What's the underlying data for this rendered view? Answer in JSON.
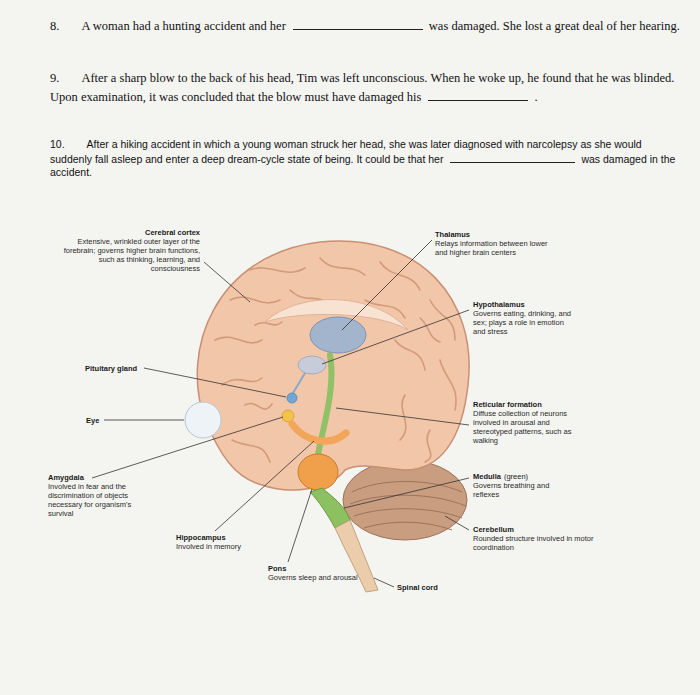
{
  "diagram": {
    "labels": [
      "8.",
      "A woman had a hunting accident and her",
      "was damaged. She lost a great deal of her hearing.",
      "9.",
      "After a sharp blow to the back of his head, Tim was left unconscious. When he woke up, he found that he was blinded. Upon examination, it was concluded that the blow must have damaged his",
      ".",
      "10.",
      "After a hiking accident in which a young woman struck her head, she was later diagnosed with narcolepsy as she would suddenly fall asleep and enter a deep dream-cycle state of being. It could be that her",
      "was damaged in the accident.",
      "Cerebral cortex",
      "Extensive, wrinkled outer layer of the forebrain; governs higher brain functions, such as thinking, learning, and consciousness",
      "Thalamus",
      "Relays information between lower and higher brain centers",
      "Hypothalamus",
      "Governs eating, drinking, and sex; plays a role in emotion and stress",
      "Pituitary gland",
      "Eye",
      "Reticular formation",
      "Diffuse collection of neurons involved in arousal and stereotyped patterns, such as walking",
      "Amygdala",
      "Involved in fear and the discrimination of objects necessary for organism's survival",
      "Medulla",
      "(green)",
      "Governs breathing and reflexes",
      "Cerebellum",
      "Rounded structure involved in motor coordination",
      "Hippocampus",
      "Involved in memory",
      "Pons",
      "Governs sleep and arousal",
      "Spinal cord"
    ]
  }
}
